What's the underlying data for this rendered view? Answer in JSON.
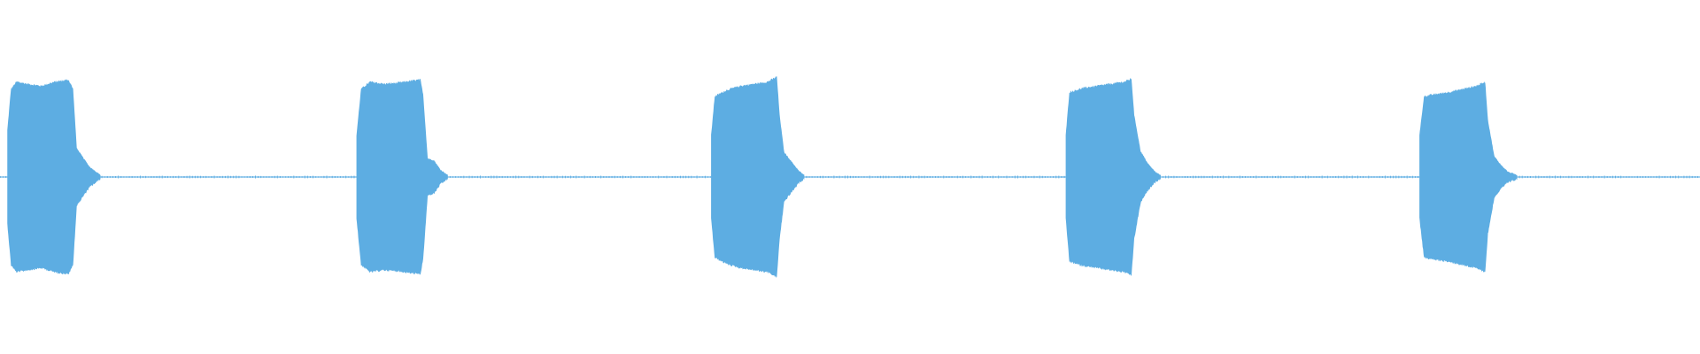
{
  "chart_data": {
    "type": "area",
    "title": "",
    "xlabel": "",
    "ylabel": "",
    "xlim": [
      0,
      1860
    ],
    "ylim": [
      -1,
      1
    ],
    "grid": false,
    "legend": "none",
    "color": "#5dade2",
    "bursts": [
      {
        "start": 8,
        "end": 80,
        "amplitude": 0.92,
        "decay_end": 110,
        "points": [
          {
            "t": 8,
            "amp": 0.45
          },
          {
            "t": 12,
            "amp": 0.85
          },
          {
            "t": 18,
            "amp": 0.92
          },
          {
            "t": 30,
            "amp": 0.9
          },
          {
            "t": 45,
            "amp": 0.88
          },
          {
            "t": 60,
            "amp": 0.92
          },
          {
            "t": 75,
            "amp": 0.94
          },
          {
            "t": 80,
            "amp": 0.85
          },
          {
            "t": 84,
            "amp": 0.28
          },
          {
            "t": 90,
            "amp": 0.2
          },
          {
            "t": 98,
            "amp": 0.1
          },
          {
            "t": 110,
            "amp": 0.02
          }
        ]
      },
      {
        "start": 390,
        "end": 462,
        "amplitude": 0.92,
        "decay_end": 490,
        "points": [
          {
            "t": 390,
            "amp": 0.4
          },
          {
            "t": 395,
            "amp": 0.85
          },
          {
            "t": 405,
            "amp": 0.92
          },
          {
            "t": 420,
            "amp": 0.9
          },
          {
            "t": 435,
            "amp": 0.91
          },
          {
            "t": 450,
            "amp": 0.93
          },
          {
            "t": 460,
            "amp": 0.94
          },
          {
            "t": 463,
            "amp": 0.8
          },
          {
            "t": 468,
            "amp": 0.18
          },
          {
            "t": 475,
            "amp": 0.16
          },
          {
            "t": 482,
            "amp": 0.07
          },
          {
            "t": 490,
            "amp": 0.02
          }
        ]
      },
      {
        "start": 778,
        "end": 852,
        "amplitude": 0.97,
        "decay_end": 880,
        "points": [
          {
            "t": 778,
            "amp": 0.4
          },
          {
            "t": 782,
            "amp": 0.78
          },
          {
            "t": 795,
            "amp": 0.84
          },
          {
            "t": 810,
            "amp": 0.88
          },
          {
            "t": 825,
            "amp": 0.9
          },
          {
            "t": 840,
            "amp": 0.92
          },
          {
            "t": 850,
            "amp": 0.97
          },
          {
            "t": 853,
            "amp": 0.6
          },
          {
            "t": 858,
            "amp": 0.24
          },
          {
            "t": 866,
            "amp": 0.15
          },
          {
            "t": 874,
            "amp": 0.06
          },
          {
            "t": 880,
            "amp": 0.02
          }
        ]
      },
      {
        "start": 1166,
        "end": 1240,
        "amplitude": 0.95,
        "decay_end": 1270,
        "points": [
          {
            "t": 1166,
            "amp": 0.4
          },
          {
            "t": 1170,
            "amp": 0.82
          },
          {
            "t": 1185,
            "amp": 0.86
          },
          {
            "t": 1200,
            "amp": 0.88
          },
          {
            "t": 1215,
            "amp": 0.9
          },
          {
            "t": 1230,
            "amp": 0.92
          },
          {
            "t": 1238,
            "amp": 0.95
          },
          {
            "t": 1241,
            "amp": 0.6
          },
          {
            "t": 1248,
            "amp": 0.25
          },
          {
            "t": 1256,
            "amp": 0.13
          },
          {
            "t": 1264,
            "amp": 0.05
          },
          {
            "t": 1270,
            "amp": 0.02
          }
        ]
      },
      {
        "start": 1553,
        "end": 1627,
        "amplitude": 0.92,
        "decay_end": 1660,
        "points": [
          {
            "t": 1553,
            "amp": 0.4
          },
          {
            "t": 1558,
            "amp": 0.78
          },
          {
            "t": 1570,
            "amp": 0.8
          },
          {
            "t": 1585,
            "amp": 0.82
          },
          {
            "t": 1600,
            "amp": 0.85
          },
          {
            "t": 1615,
            "amp": 0.88
          },
          {
            "t": 1625,
            "amp": 0.92
          },
          {
            "t": 1628,
            "amp": 0.55
          },
          {
            "t": 1635,
            "amp": 0.2
          },
          {
            "t": 1642,
            "amp": 0.12
          },
          {
            "t": 1650,
            "amp": 0.05
          },
          {
            "t": 1660,
            "amp": 0.02
          }
        ]
      }
    ],
    "baseline_amplitude": 0.008,
    "end": 1860
  }
}
